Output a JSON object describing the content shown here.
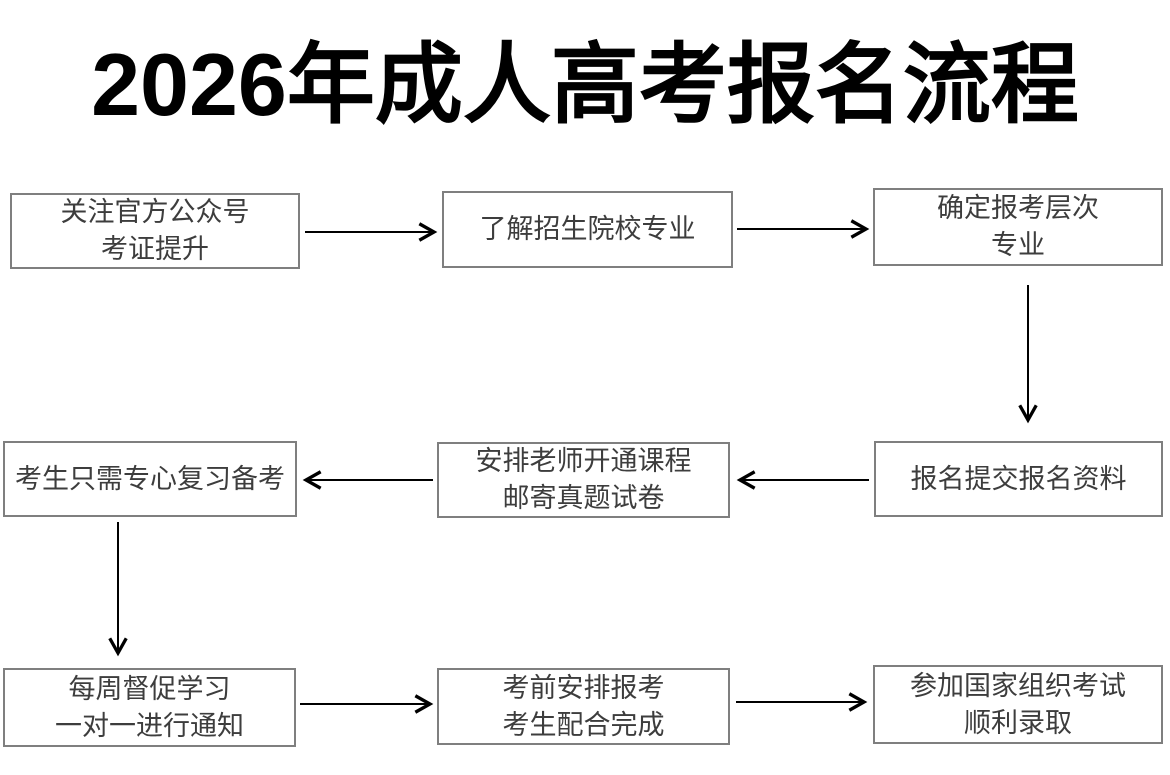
{
  "title": "2026年成人高考报名流程",
  "flow": {
    "nodes": [
      {
        "id": "follow-official-account",
        "lines": [
          "关注官方公众号",
          "考证提升"
        ]
      },
      {
        "id": "learn-schools-majors",
        "lines": [
          "了解招生院校专业"
        ]
      },
      {
        "id": "confirm-level-major",
        "lines": [
          "确定报考层次",
          "专业"
        ]
      },
      {
        "id": "submit-registration",
        "lines": [
          "报名提交报名资料"
        ]
      },
      {
        "id": "teacher-opens-course",
        "lines": [
          "安排老师开通课程",
          "邮寄真题试卷"
        ]
      },
      {
        "id": "focus-on-review",
        "lines": [
          "考生只需专心复习备考"
        ]
      },
      {
        "id": "weekly-supervision",
        "lines": [
          "每周督促学习",
          "一对一进行通知"
        ]
      },
      {
        "id": "pre-exam-arrangement",
        "lines": [
          "考前安排报考",
          "考生配合完成"
        ]
      },
      {
        "id": "take-national-exam",
        "lines": [
          "参加国家组织考试",
          "顺利录取"
        ]
      }
    ],
    "edges": [
      "follow-official-account -> learn-schools-majors",
      "learn-schools-majors -> confirm-level-major",
      "confirm-level-major -> submit-registration",
      "submit-registration -> teacher-opens-course",
      "teacher-opens-course -> focus-on-review",
      "focus-on-review -> weekly-supervision",
      "weekly-supervision -> pre-exam-arrangement",
      "pre-exam-arrangement -> take-national-exam"
    ]
  },
  "colors": {
    "background": "#ffffff",
    "title_text": "#000000",
    "box_border": "#7f7f7f",
    "box_text": "#3d3d3d",
    "arrow": "#000000"
  }
}
